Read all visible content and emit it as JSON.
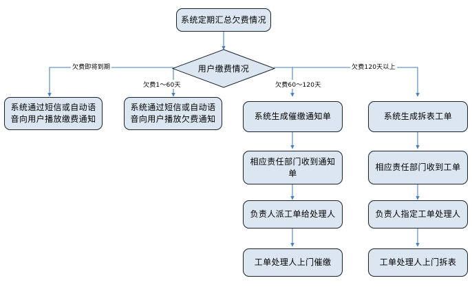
{
  "diagram": {
    "title_node": {
      "label": "系统定期汇总欠费情况"
    },
    "decision": {
      "label": "用户缴费情况"
    },
    "branches": [
      {
        "label": "欠费即将到期"
      },
      {
        "label": "欠费1～60天"
      },
      {
        "label": "欠费60～120天"
      },
      {
        "label": "欠费120天以上"
      }
    ],
    "columns": [
      {
        "branch_label": "欠费即将到期",
        "steps": [
          {
            "label": "系统通过短信或自动语音向用户播放缴费通知"
          }
        ]
      },
      {
        "branch_label": "欠费1～60天",
        "steps": [
          {
            "label": "系统通过短信或自动语音向用户播放欠费通知"
          }
        ]
      },
      {
        "branch_label": "欠费60～120天",
        "steps": [
          {
            "label": "系统生成催缴通知单"
          },
          {
            "label": "相应责任部门收到通知单"
          },
          {
            "label": "负责人派工单给处理人"
          },
          {
            "label": "工单处理人上门催缴"
          }
        ]
      },
      {
        "branch_label": "欠费120天以上",
        "steps": [
          {
            "label": "系统生成拆表工单"
          },
          {
            "label": "相应责任部门收到工单"
          },
          {
            "label": "负责人指定工单处理人"
          },
          {
            "label": "工单处理人上门拆表"
          }
        ]
      }
    ],
    "colors": {
      "node_fill": "#dce6f1",
      "node_stroke": "#16212b",
      "connector": "#4a7ebb",
      "background": "#ffffff"
    }
  }
}
